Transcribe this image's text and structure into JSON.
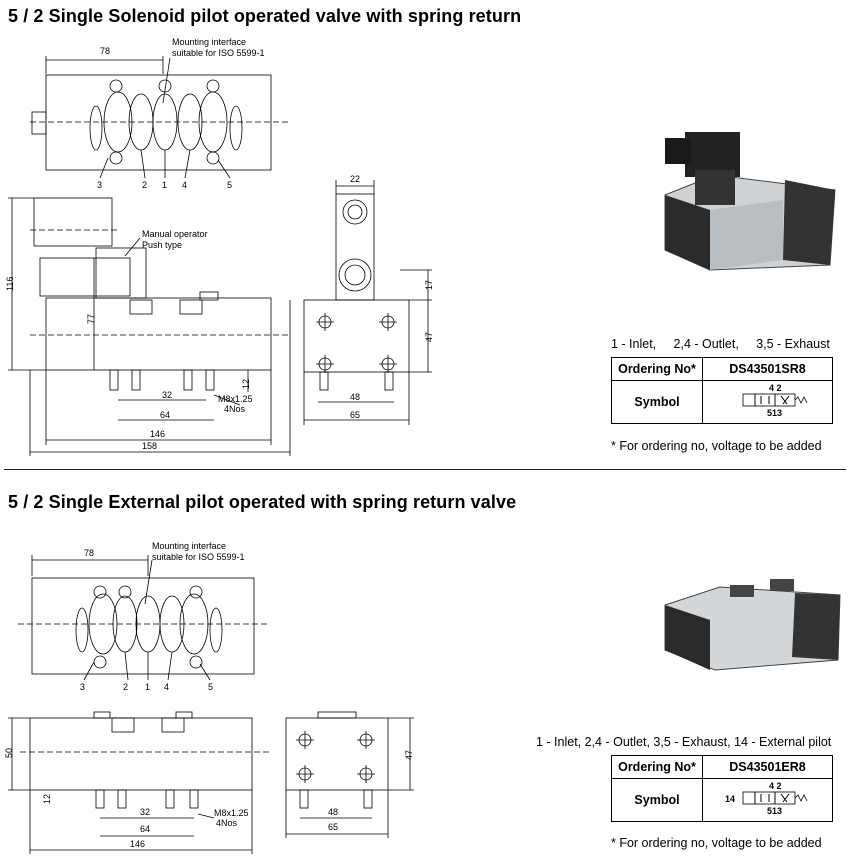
{
  "section1": {
    "title": "5 / 2 Single Solenoid pilot operated valve with spring return",
    "mounting_note_line1": "Mounting interface",
    "mounting_note_line2": "suitable for ISO 5599-1",
    "manual_line1": "Manual operator",
    "manual_line2": "Push type",
    "dims": {
      "d78": "78",
      "d116": "116",
      "d77": "77",
      "d22": "22",
      "d17": "17",
      "d47": "47",
      "d12": "12",
      "d32": "32",
      "d64": "64",
      "d146": "146",
      "d158": "158",
      "d48": "48",
      "d65": "65",
      "thread": "M8x1.25",
      "nos": "4Nos"
    },
    "ports": [
      "3",
      "2",
      "1",
      "4",
      "5"
    ],
    "legend": "1 - Inlet,     2,4 - Outlet,     3,5 - Exhaust",
    "table": {
      "ordering_label": "Ordering No*",
      "ordering_value": "DS43501SR8",
      "symbol_label": "Symbol",
      "sym_top": "4 2",
      "sym_bottom": "513"
    },
    "note": "* For ordering no, voltage to be added"
  },
  "section2": {
    "title": "5 / 2 Single External pilot operated with spring return valve",
    "mounting_note_line1": "Mounting interface",
    "mounting_note_line2": "suitable for ISO 5599-1",
    "dims": {
      "d78": "78",
      "d50": "50",
      "d12": "12",
      "d32": "32",
      "d64": "64",
      "d146": "146",
      "d47": "47",
      "d48": "48",
      "d65": "65",
      "thread": "M8x1.25",
      "nos": "4Nos"
    },
    "ports": [
      "3",
      "2",
      "1",
      "4",
      "5"
    ],
    "legend": "1 - Inlet, 2,4 - Outlet, 3,5 - Exhaust, 14 - External pilot",
    "table": {
      "ordering_label": "Ordering No*",
      "ordering_value": "DS43501ER8",
      "symbol_label": "Symbol",
      "sym_top": "4 2",
      "sym_bottom": "513",
      "sym_pilot": "14"
    },
    "note": "* For ordering no, voltage to be added"
  },
  "product_photos": [
    "solenoid-valve-photo",
    "external-pilot-valve-photo"
  ]
}
